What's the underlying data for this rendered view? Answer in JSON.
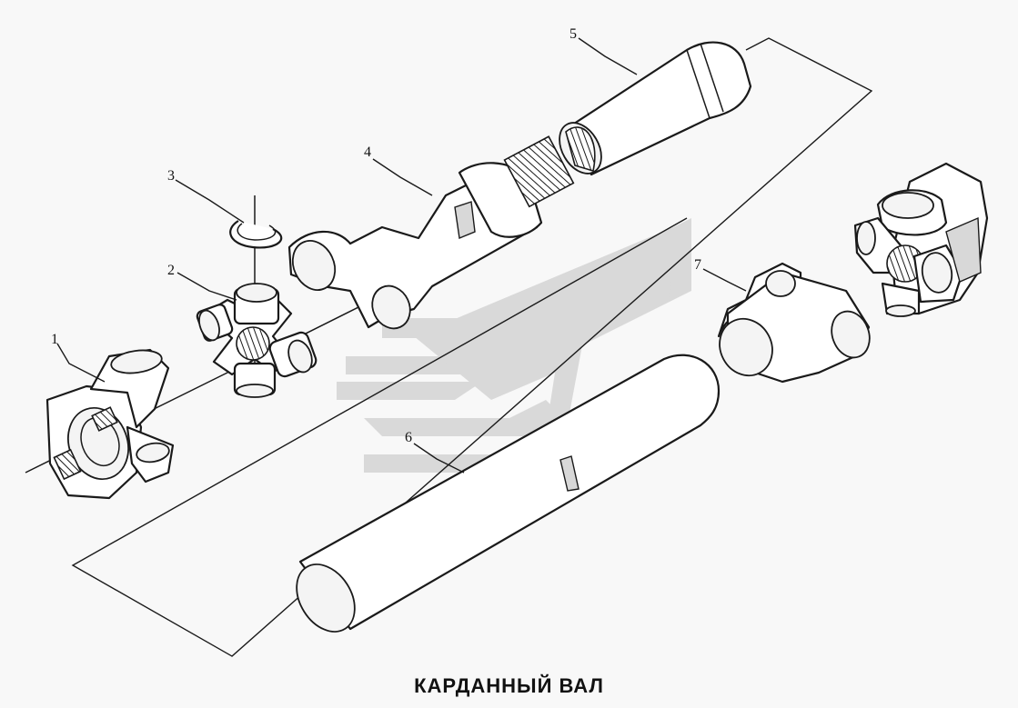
{
  "caption": "КАРДАННЫЙ ВАЛ",
  "callouts": [
    "1",
    "2",
    "3",
    "4",
    "5",
    "6",
    "7"
  ]
}
